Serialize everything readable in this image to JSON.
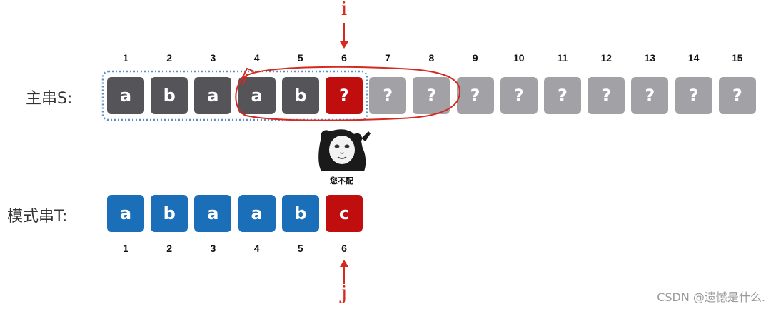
{
  "pointers": {
    "i_label": "i",
    "j_label": "j"
  },
  "main_string": {
    "label": "主串S:",
    "indices": [
      "1",
      "2",
      "3",
      "4",
      "5",
      "6",
      "7",
      "8",
      "9",
      "10",
      "11",
      "12",
      "13",
      "14",
      "15"
    ],
    "cells": [
      {
        "char": "a",
        "state": "matched"
      },
      {
        "char": "b",
        "state": "matched"
      },
      {
        "char": "a",
        "state": "matched"
      },
      {
        "char": "a",
        "state": "matched"
      },
      {
        "char": "b",
        "state": "matched"
      },
      {
        "char": "?",
        "state": "mismatch"
      },
      {
        "char": "?",
        "state": "unknown"
      },
      {
        "char": "?",
        "state": "unknown"
      },
      {
        "char": "?",
        "state": "unknown"
      },
      {
        "char": "?",
        "state": "unknown"
      },
      {
        "char": "?",
        "state": "unknown"
      },
      {
        "char": "?",
        "state": "unknown"
      },
      {
        "char": "?",
        "state": "unknown"
      },
      {
        "char": "?",
        "state": "unknown"
      },
      {
        "char": "?",
        "state": "unknown"
      }
    ]
  },
  "pattern_string": {
    "label": "模式串T:",
    "indices": [
      "1",
      "2",
      "3",
      "4",
      "5",
      "6"
    ],
    "cells": [
      {
        "char": "a",
        "state": "pattern"
      },
      {
        "char": "b",
        "state": "pattern"
      },
      {
        "char": "a",
        "state": "pattern"
      },
      {
        "char": "a",
        "state": "pattern"
      },
      {
        "char": "b",
        "state": "pattern"
      },
      {
        "char": "c",
        "state": "mismatch"
      }
    ]
  },
  "meme": {
    "caption": "您不配",
    "icon": "panda-meme-icon"
  },
  "watermark": "CSDN @遗憾是什么.",
  "colors": {
    "matched": "#545459",
    "mismatch": "#c00d0d",
    "unknown": "#a2a2a6",
    "pattern": "#1a6fb8",
    "annotation": "#d42a20",
    "dotted_box": "#5b8fc4"
  }
}
